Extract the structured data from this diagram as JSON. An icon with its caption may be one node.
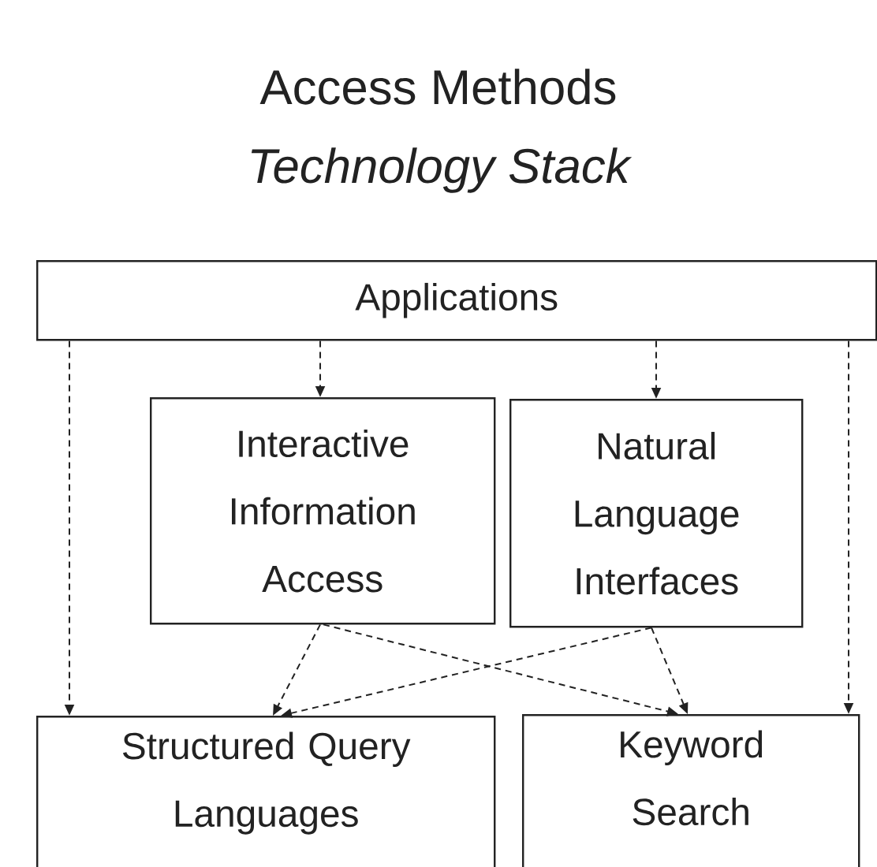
{
  "diagram": {
    "title": "Access Methods",
    "nodes": [
      {
        "text": [
          "Applications"
        ]
      },
      {
        "text": [
          "Interactive Information Access"
        ]
      },
      {
        "text": [
          "Natural Language Interfaces"
        ]
      },
      {
        "text": [
          "Structured Query Languages"
        ]
      },
      {
        "text": [
          "Keyword Search"
        ]
      }
    ],
    "edges": [
      {
        "from": 0,
        "to": 3,
        "arrow": "to",
        "style": "dashed"
      },
      {
        "from": 0,
        "to": 1,
        "arrow": "to",
        "style": "dashed"
      },
      {
        "from": 0,
        "to": 2,
        "arrow": "to",
        "style": "dashed"
      },
      {
        "from": 0,
        "to": 4,
        "arrow": "to",
        "style": "dashed"
      },
      {
        "from": 1,
        "to": 3,
        "arrow": "to",
        "style": "dashed"
      },
      {
        "from": 1,
        "to": 4,
        "arrow": "to",
        "style": "dashed"
      },
      {
        "from": 2,
        "to": 3,
        "arrow": "to",
        "style": "dashed"
      },
      {
        "from": 2,
        "to": 4,
        "arrow": "to",
        "style": "dashed"
      }
    ],
    "labels": [
      "Technology Stack"
    ]
  }
}
